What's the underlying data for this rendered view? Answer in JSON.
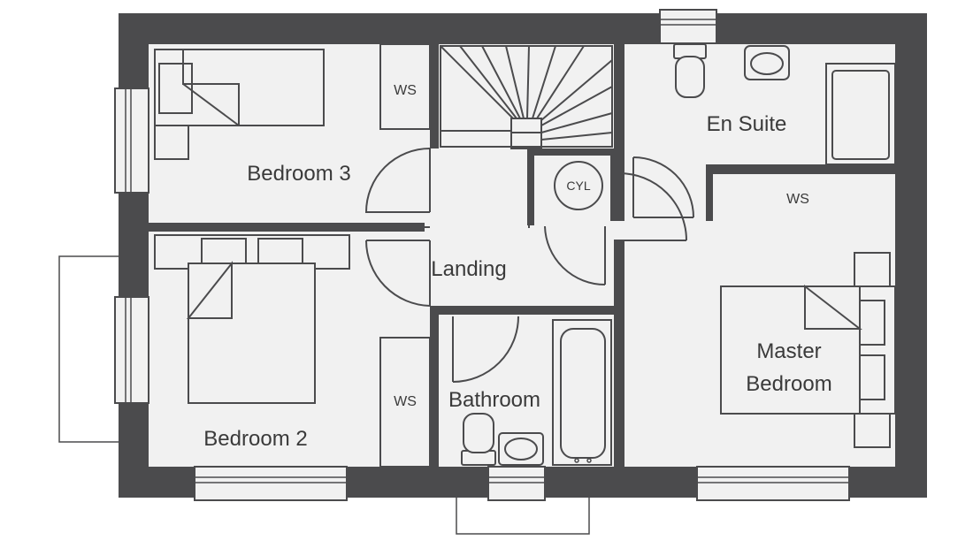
{
  "rooms": {
    "bedroom3": "Bedroom 3",
    "bedroom2": "Bedroom 2",
    "landing": "Landing",
    "bathroom": "Bathroom",
    "en_suite": "En Suite",
    "master_line1": "Master",
    "master_line2": "Bedroom"
  },
  "fixtures": {
    "wardrobe_label": "WS",
    "cylinder_label": "CYL"
  },
  "colors": {
    "wall": "#4b4b4d",
    "floor": "#f1f1f1",
    "text": "#3a3a3a"
  }
}
